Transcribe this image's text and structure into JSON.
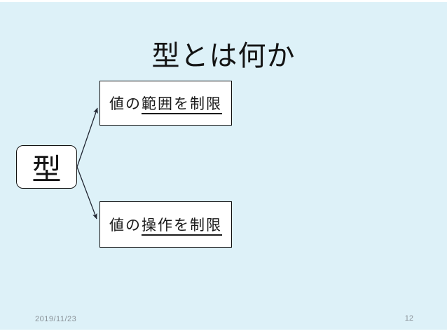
{
  "slide": {
    "title": "型とは何か",
    "diagram": {
      "type_node": {
        "label": "型"
      },
      "branches": [
        {
          "prefix": "値の",
          "underlined": "範囲を制限"
        },
        {
          "prefix": "値の",
          "underlined": "操作を制限"
        }
      ]
    },
    "footer": {
      "date": "2019/11/23",
      "page_number": "12"
    },
    "colors": {
      "slide_background": "#ddf1f8",
      "shape_fill": "#ffffff",
      "shape_border": "#111111",
      "text": "#141414",
      "footer_text": "#8a9298",
      "arrow": "#1f2430"
    }
  }
}
